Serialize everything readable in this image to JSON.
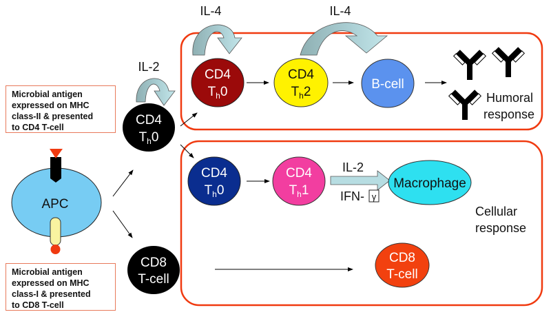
{
  "notes": {
    "mhc2": [
      "Microbial antigen",
      "expressed on MHC",
      "class-II & presented",
      "to CD4 T-cell"
    ],
    "mhc1": [
      "Microbial antigen",
      "expressed on MHC",
      "class-I & presented",
      "to CD8 T-cell"
    ]
  },
  "cells": {
    "apc": {
      "label": "APC",
      "color": "#77ccf3"
    },
    "cd4_th0_naive": {
      "line1": "CD4",
      "line2_main": "T",
      "line2_sub": "h",
      "line2_end": "0",
      "color": "#000000"
    },
    "cd8_naive": {
      "line1": "CD8",
      "line2": "T-cell",
      "color": "#000000"
    },
    "cd4_th0_humoral": {
      "line1": "CD4",
      "line2_main": "T",
      "line2_sub": "h",
      "line2_end": "0",
      "color": "#9b0a0a"
    },
    "cd4_th2": {
      "line1": "CD4",
      "line2_main": "T",
      "line2_sub": "h",
      "line2_end": "2",
      "color": "#fff200"
    },
    "bcell": {
      "label": "B-cell",
      "color": "#5b92ee"
    },
    "cd4_th0_cellular": {
      "line1": "CD4",
      "line2_main": "T",
      "line2_sub": "h",
      "line2_end": "0",
      "color": "#0a2d8f"
    },
    "cd4_th1": {
      "line1": "CD4",
      "line2_main": "T",
      "line2_sub": "h",
      "line2_end": "1",
      "color": "#f23ea0"
    },
    "macrophage": {
      "label": "Macrophage",
      "color": "#2ee0f0"
    },
    "cd8_effector": {
      "line1": "CD8",
      "line2": "T-cell",
      "color": "#f2410f"
    }
  },
  "cytokines": {
    "il2_top": "IL-2",
    "il4_first": "IL-4",
    "il4_second": "IL-4",
    "il2_macrophage": "IL-2",
    "ifn_prefix": "IFN-",
    "ifn_symbol": "γ"
  },
  "responses": {
    "humoral": [
      "Humoral",
      "response"
    ],
    "cellular": [
      "Cellular",
      "response"
    ]
  },
  "colors": {
    "box_border": "#f03a10",
    "arrow_fill": "#b7dde2",
    "arrow_shade": "#8fb4b8"
  }
}
